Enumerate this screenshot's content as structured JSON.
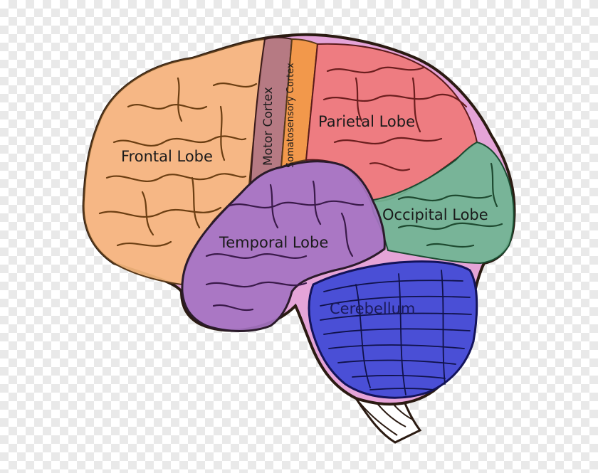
{
  "labels": {
    "frontal": "Frontal Lobe",
    "motor": "Motor Cortex",
    "somatosensory": "Somatosensory Cortex",
    "parietal": "Parietal Lobe",
    "occipital": "Occipital Lobe",
    "temporal": "Temporal Lobe",
    "cerebellum": "Cerebellum"
  },
  "colors": {
    "base_brain": "#e5a4d8",
    "frontal": "#f7b97e",
    "motor": "#b0767a",
    "somatosensory": "#f3973c",
    "parietal": "#ee7878",
    "occipital": "#6fb592",
    "temporal": "#a573c2",
    "cerebellum": "#4a4fd6",
    "brainstem": "#ffffff",
    "outline": "#2b1b12"
  }
}
